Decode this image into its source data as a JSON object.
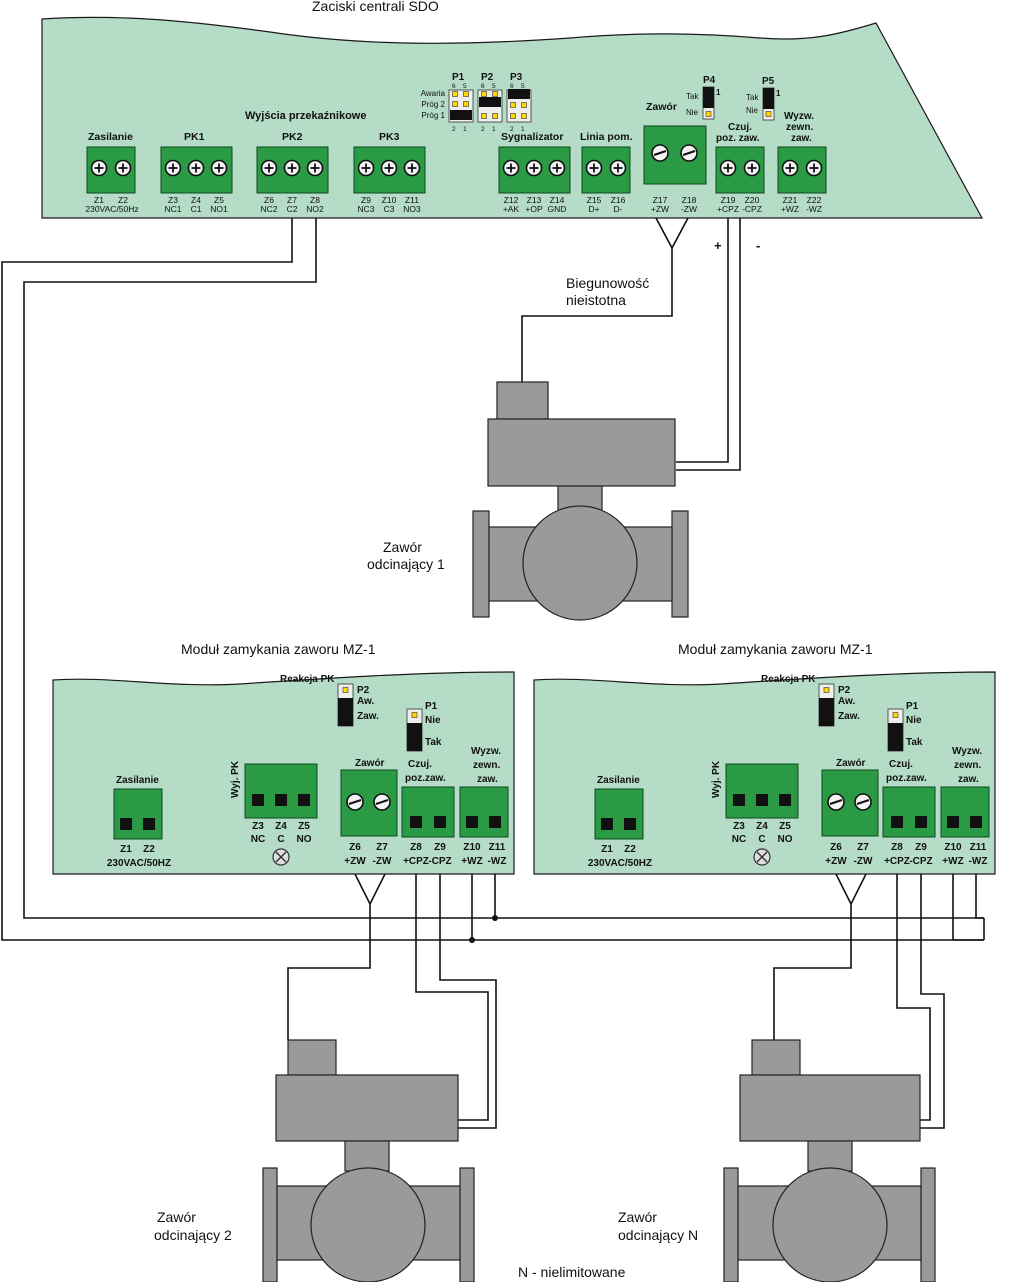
{
  "main_title": "Zaciski centrali SDO",
  "central": {
    "relay_outputs_title": "Wyjścia przekaźnikowe",
    "groups": {
      "zasilanie": "Zasilanie",
      "pk1": "PK1",
      "pk2": "PK2",
      "pk3": "PK3",
      "sygnalizator": "Sygnalizator",
      "linia": "Linia pom.",
      "zawor": "Zawór",
      "czuj1": "Czuj.",
      "czuj2": "poz. zaw.",
      "wyzw1": "Wyzw.",
      "wyzw2": "zewn.",
      "wyzw3": "zaw."
    },
    "terminals": [
      {
        "num": "Z1",
        "sig": "230VAC/50Hz"
      },
      {
        "num": "Z2",
        "sig": ""
      },
      {
        "num": "Z3",
        "sig": "NC1"
      },
      {
        "num": "Z4",
        "sig": "C1"
      },
      {
        "num": "Z5",
        "sig": "NO1"
      },
      {
        "num": "Z6",
        "sig": "NC2"
      },
      {
        "num": "Z7",
        "sig": "C2"
      },
      {
        "num": "Z8",
        "sig": "NO2"
      },
      {
        "num": "Z9",
        "sig": "NC3"
      },
      {
        "num": "Z10",
        "sig": "C3"
      },
      {
        "num": "Z11",
        "sig": "NO3"
      },
      {
        "num": "Z12",
        "sig": "+AK"
      },
      {
        "num": "Z13",
        "sig": "+OP"
      },
      {
        "num": "Z14",
        "sig": "GND"
      },
      {
        "num": "Z15",
        "sig": "D+"
      },
      {
        "num": "Z16",
        "sig": "D-"
      },
      {
        "num": "Z17",
        "sig": "+ZW"
      },
      {
        "num": "Z18",
        "sig": "-ZW"
      },
      {
        "num": "Z19",
        "sig": "+CPZ"
      },
      {
        "num": "Z20",
        "sig": "-CPZ"
      },
      {
        "num": "Z21",
        "sig": "+WZ"
      },
      {
        "num": "Z22",
        "sig": "-WZ"
      }
    ],
    "jumpers": {
      "p1": "P1",
      "p2": "P2",
      "p3": "P3",
      "p4": "P4",
      "p5": "P5",
      "pin6": "6",
      "pin5": "5",
      "pin2": "2",
      "pin1": "1",
      "awaria": "Awaria",
      "prog2": "Próg 2",
      "prog1": "Próg 1",
      "tak": "Tak",
      "nie": "Nie",
      "one": "1"
    }
  },
  "polarity_plus": "+",
  "polarity_minus": "-",
  "polarity_note_1": "Biegunowość",
  "polarity_note_2": "nieistotna",
  "valve1_label_1": "Zawór",
  "valve1_label_2": "odcinający 1",
  "module_title": "Moduł zamykania zaworu MZ-1",
  "module": {
    "reakcja": "Reakcja PK",
    "p2": "P2",
    "aw": "Aw.",
    "zaw": "Zaw.",
    "p1": "P1",
    "nie": "Nie",
    "tak": "Tak",
    "zasilanie": "Zasilanie",
    "wyj_pk": "Wyj. PK",
    "zawor": "Zawór",
    "czuj1": "Czuj.",
    "czuj2": "poz.zaw.",
    "wyzw1": "Wyzw.",
    "wyzw2": "zewn.",
    "wyzw3": "zaw.",
    "z1": "Z1",
    "z2": "Z2",
    "power": "230VAC/50HZ",
    "z3": "Z3",
    "z4": "Z4",
    "z5": "Z5",
    "nc": "NC",
    "c": "C",
    "no": "NO",
    "z6": "Z6",
    "z7": "Z7",
    "z8": "Z8",
    "z9": "Z9",
    "z10": "Z10",
    "z11": "Z11",
    "pzw": "+ZW",
    "mzw": "-ZW",
    "pcpz": "+CPZ",
    "mcpz": "-CPZ",
    "pwz": "+WZ",
    "mwz": "-WZ"
  },
  "valve2_label_1": "Zawór",
  "valve2_label_2": "odcinający 2",
  "valveN_label_1": "Zawór",
  "valveN_label_2": "odcinający N",
  "footnote": "N - nielimitowane",
  "colors": {
    "panel": "#b5dcc6",
    "terminal": "#2a9a45",
    "valve": "#9a9a9a"
  }
}
